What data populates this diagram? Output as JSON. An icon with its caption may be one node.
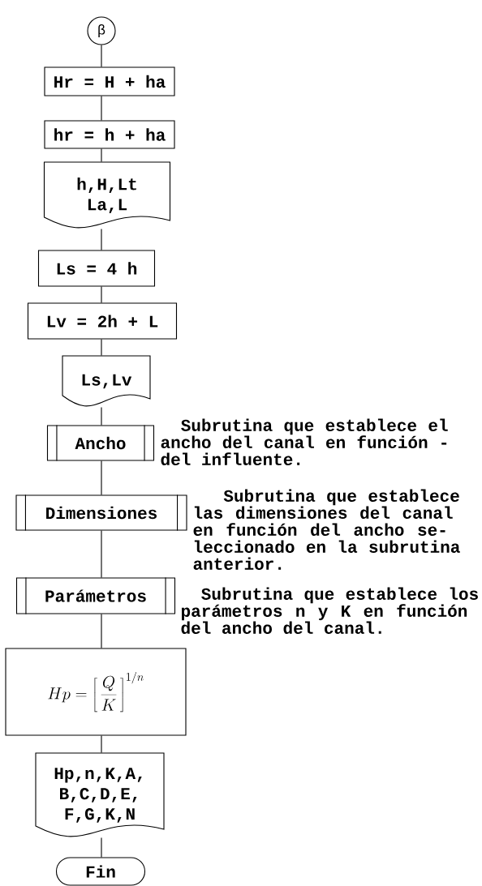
{
  "diagram": {
    "nodes": [
      {
        "text": [
          "β"
        ]
      },
      {
        "text": [
          "Hr = H + ha"
        ]
      },
      {
        "text": [
          "hr = h + ha"
        ]
      },
      {
        "text": [
          "h,H,Lt La,L"
        ]
      },
      {
        "text": [
          "Ls = 4 h"
        ]
      },
      {
        "text": [
          "Lv = 2h + L"
        ]
      },
      {
        "text": [
          "Ls,Lv"
        ]
      },
      {
        "text": [
          "Ancho"
        ],
        "beside": [
          "Subrutina que establece el ancho del canal en función - del influente."
        ]
      },
      {
        "text": [
          "Dimensiones"
        ],
        "beside": [
          "Subrutina que establece las dimensiones del canal en función del ancho se- leccionado en la subrutina anterior."
        ]
      },
      {
        "text": [
          "Parámetros"
        ],
        "beside": [
          "Subrutina que establece los parámetros n y K en función del ancho del canal."
        ]
      },
      {
        "text": [
          "Hp = \\left[\\, \\frac{Q}{K} \\,\\right]^{1/n}"
        ]
      },
      {
        "text": [
          "Hp,n,K,A, B,C,D,E, F,G,K,N"
        ]
      },
      {
        "text": [
          "Fin"
        ]
      }
    ],
    "edges": [
      {
        "from": 0,
        "to": 1,
        "arrow": "none"
      },
      {
        "from": 1,
        "to": 2,
        "arrow": "none"
      },
      {
        "from": 2,
        "to": 3,
        "arrow": "none"
      },
      {
        "from": 3,
        "to": 4,
        "arrow": "none"
      },
      {
        "from": 4,
        "to": 5,
        "arrow": "none"
      },
      {
        "from": 5,
        "to": 6,
        "arrow": "none"
      },
      {
        "from": 6,
        "to": 7,
        "arrow": "none"
      },
      {
        "from": 7,
        "to": 8,
        "arrow": "none"
      },
      {
        "from": 8,
        "to": 9,
        "arrow": "none"
      },
      {
        "from": 9,
        "to": 10,
        "arrow": "none"
      },
      {
        "from": 10,
        "to": 11,
        "arrow": "none"
      },
      {
        "from": 11,
        "to": 12,
        "arrow": "none"
      }
    ]
  }
}
